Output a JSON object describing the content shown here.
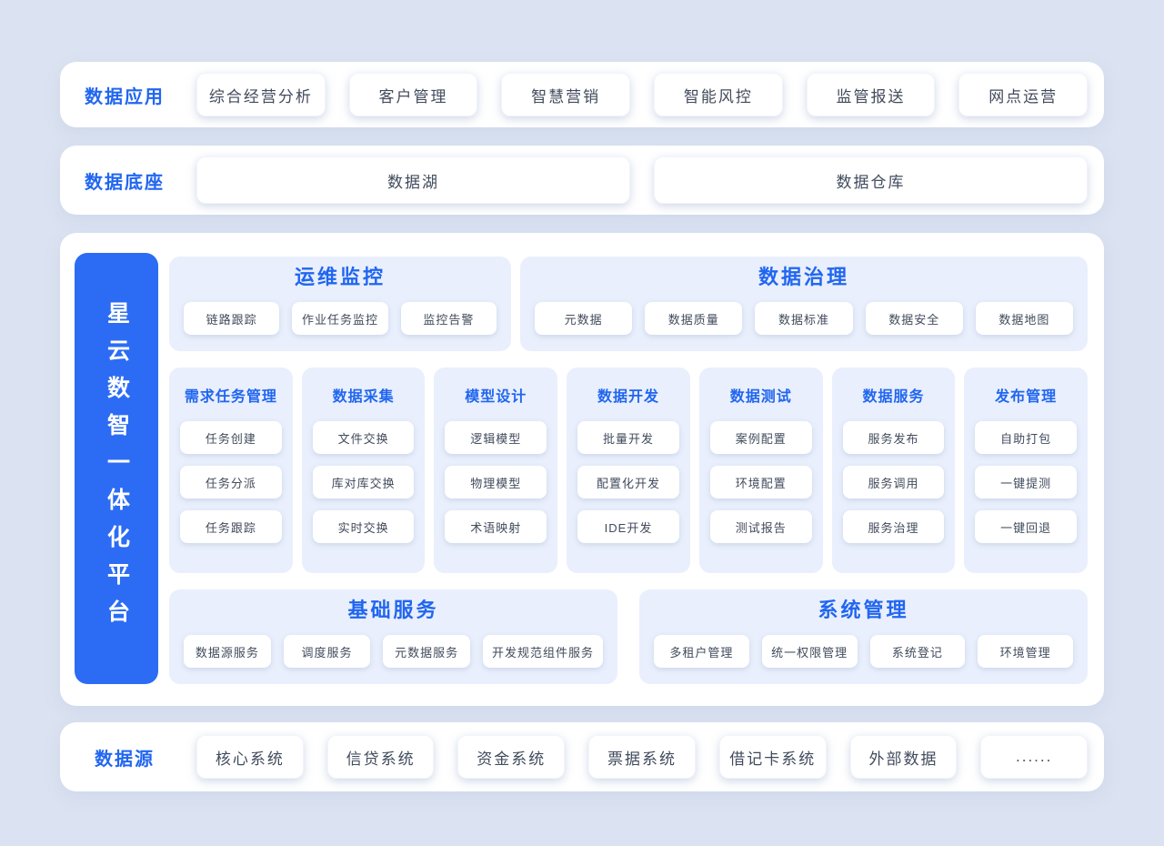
{
  "colors": {
    "accent": "#2166F0",
    "bar_blue": "#2C6CF4",
    "page_background": "#DBE3F2",
    "panel_background": "#E9EFFC"
  },
  "app_row": {
    "label": "数据应用",
    "items": [
      "综合经营分析",
      "客户管理",
      "智慧营销",
      "智能风控",
      "监管报送",
      "网点运营"
    ]
  },
  "foundation_row": {
    "label": "数据底座",
    "items": [
      "数据湖",
      "数据仓库"
    ]
  },
  "platform": {
    "title": "星云数智一体化平台",
    "top_panels": [
      {
        "title": "运维监控",
        "items": [
          "链路跟踪",
          "作业任务监控",
          "监控告警"
        ]
      },
      {
        "title": "数据治理",
        "items": [
          "元数据",
          "数据质量",
          "数据标准",
          "数据安全",
          "数据地图"
        ]
      }
    ],
    "columns": [
      {
        "title": "需求任务管理",
        "items": [
          "任务创建",
          "任务分派",
          "任务跟踪"
        ]
      },
      {
        "title": "数据采集",
        "items": [
          "文件交换",
          "库对库交换",
          "实时交换"
        ]
      },
      {
        "title": "模型设计",
        "items": [
          "逻辑模型",
          "物理模型",
          "术语映射"
        ]
      },
      {
        "title": "数据开发",
        "items": [
          "批量开发",
          "配置化开发",
          "IDE开发"
        ]
      },
      {
        "title": "数据测试",
        "items": [
          "案例配置",
          "环境配置",
          "测试报告"
        ]
      },
      {
        "title": "数据服务",
        "items": [
          "服务发布",
          "服务调用",
          "服务治理"
        ]
      },
      {
        "title": "发布管理",
        "items": [
          "自助打包",
          "一键提测",
          "一键回退"
        ]
      }
    ],
    "bottom_panels": [
      {
        "title": "基础服务",
        "items": [
          "数据源服务",
          "调度服务",
          "元数据服务",
          "开发规范组件服务"
        ]
      },
      {
        "title": "系统管理",
        "items": [
          "多租户管理",
          "统一权限管理",
          "系统登记",
          "环境管理"
        ]
      }
    ]
  },
  "source_row": {
    "label": "数据源",
    "items": [
      "核心系统",
      "信贷系统",
      "资金系统",
      "票据系统",
      "借记卡系统",
      "外部数据",
      "......"
    ]
  }
}
